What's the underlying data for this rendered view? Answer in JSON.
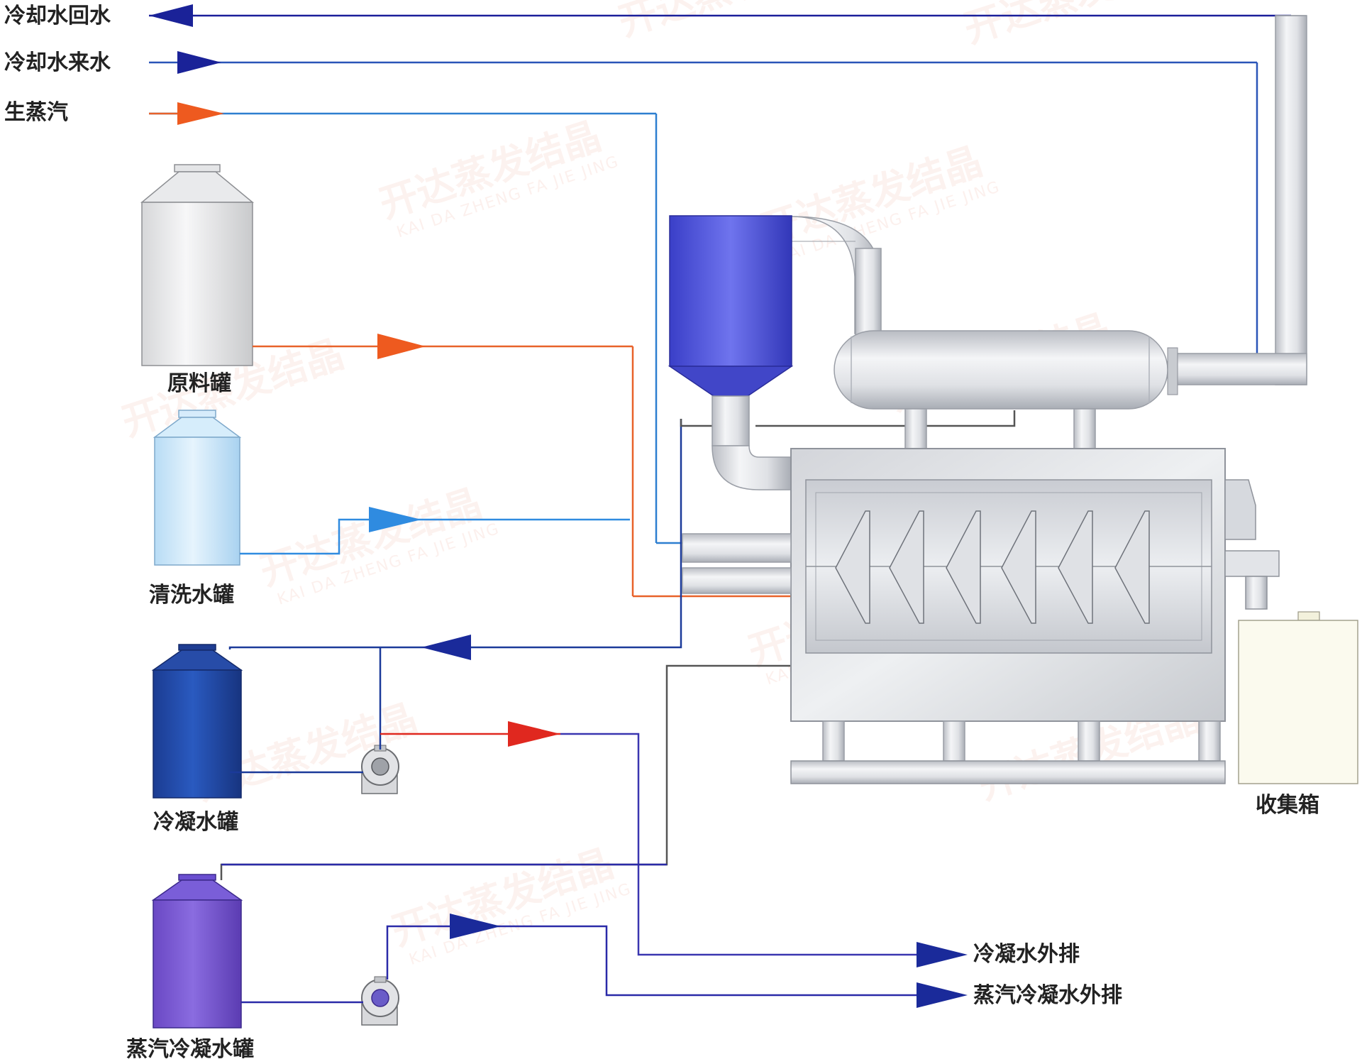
{
  "watermark": {
    "text": "开达蒸发结晶",
    "sub": "KAI DA ZHENG FA JIE JING"
  },
  "streams": {
    "cooling_return": "冷却水回水",
    "cooling_supply": "冷却水来水",
    "live_steam": "生蒸汽",
    "condensate_out": "冷凝水外排",
    "steam_condensate_out": "蒸汽冷凝水外排"
  },
  "tanks": {
    "raw_material": "原料罐",
    "wash_water": "清洗水罐",
    "condensate": "冷凝水罐",
    "steam_condensate": "蒸汽冷凝水罐",
    "collection_box": "收集箱"
  },
  "colors": {
    "cooling_return": "#1a1f9a",
    "cooling_supply": "#1a2fb0",
    "steam_line": "#2d7fd0",
    "raw_feed": "#e8622a",
    "wash_feed": "#2f8be0",
    "hot_condensate": "#e0281f",
    "condensate_blue": "#1b3a9a",
    "steam_condensate_blue": "#2a2aa8",
    "pipe_grey": "#555555",
    "steel_light": "#e6e8ec",
    "steel_dark": "#aeb2ba"
  }
}
